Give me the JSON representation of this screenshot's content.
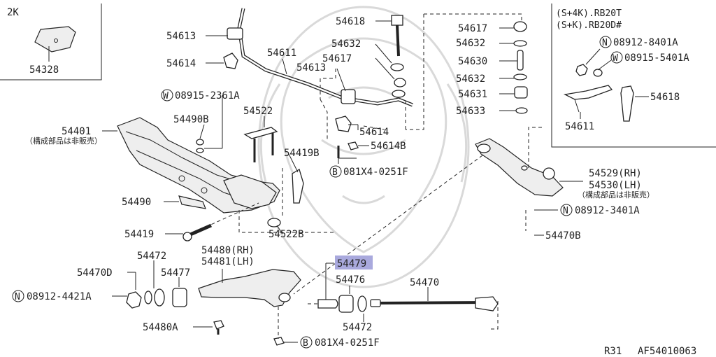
{
  "inset_left": {
    "variant": "2K",
    "part": "54328"
  },
  "inset_right": {
    "variant_lines": [
      "(S+4K).RB20T",
      "(S+K).RB20D#"
    ],
    "n_callout": "08912-8401A",
    "w_callout": "08915-5401A",
    "part_54618": "54618",
    "part_54611": "54611"
  },
  "labels": {
    "p54613_top": "54613",
    "p54614_left": "54614",
    "p54611": "54611",
    "p54613_mid": "54613",
    "p54618": "54618",
    "p54632_a": "54632",
    "p54617_a": "54617",
    "p54617_b": "54617",
    "p54632_b": "54632",
    "p54630": "54630",
    "p54632_c": "54632",
    "p54631": "54631",
    "p54633": "54633",
    "p54614_mid": "54614",
    "p54614b": "54614B",
    "b_081x4_top": "081X4-0251F",
    "p54522": "54522",
    "p54490b": "54490B",
    "w_08915_2361a": "08915-2361A",
    "p54401": "54401",
    "note_54401": "（構成部品は非販売）",
    "p54419b": "54419B",
    "p54490": "54490",
    "p54419": "54419",
    "p54522b": "54522B",
    "p54529": "54529(RH)",
    "p54530": "54530(LH)",
    "note_54530": "（構成部品は非販売）",
    "n_08912_3401a": "08912-3401A",
    "p54470b": "54470B",
    "p54472_top": "54472",
    "p54480_rh": "54480(RH)",
    "p54481_lh": "54481(LH)",
    "p54470d": "54470D",
    "p54477": "54477",
    "n_08912_4421a": "08912-4421A",
    "p54479": "54479",
    "p54476": "54476",
    "p54470": "54470",
    "p54472_bot": "54472",
    "p54480a": "54480A",
    "b_081x4_bot": "081X4-0251F",
    "footer_model": "R31",
    "footer_code": "AF54010063",
    "circle_n": "N",
    "circle_w": "W",
    "circle_b": "B"
  },
  "highlight": {
    "part": "54479",
    "color": "#a9a9dd"
  }
}
